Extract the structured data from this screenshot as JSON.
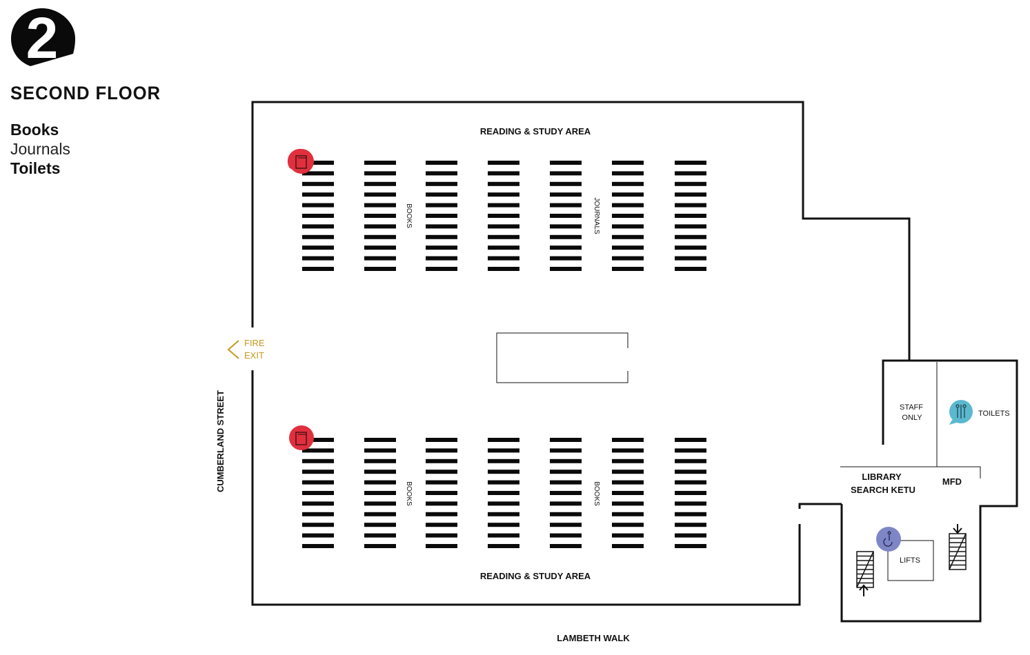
{
  "floor": {
    "number": "2",
    "title": "SECOND FLOOR"
  },
  "legend": {
    "items": [
      "Books",
      "Journals",
      "Toilets"
    ]
  },
  "map": {
    "areas": {
      "reading_top": "READING & STUDY AREA",
      "reading_bottom": "READING & STUDY AREA",
      "staff_only_line1": "STAFF",
      "staff_only_line2": "ONLY",
      "toilets": "TOILETS",
      "library_search_line1": "LIBRARY",
      "library_search_line2": "SEARCH KETU",
      "mfd": "MFD",
      "lifts": "LIFTS"
    },
    "shelf_labels": {
      "top_left": "BOOKS",
      "top_right": "JOURNALS",
      "bottom_left": "BOOKS",
      "bottom_right": "BOOKS"
    },
    "fire_exit": {
      "line1": "FIRE",
      "line2": "EXIT",
      "color": "#c8961e"
    },
    "streets": {
      "west": "CUMBERLAND STREET",
      "south": "LAMBETH WALK"
    },
    "icons": {
      "books_marker_color": "#e0303e",
      "toilets_marker_color": "#5bb8cf",
      "accessible_marker_color": "#7e86c6"
    }
  }
}
